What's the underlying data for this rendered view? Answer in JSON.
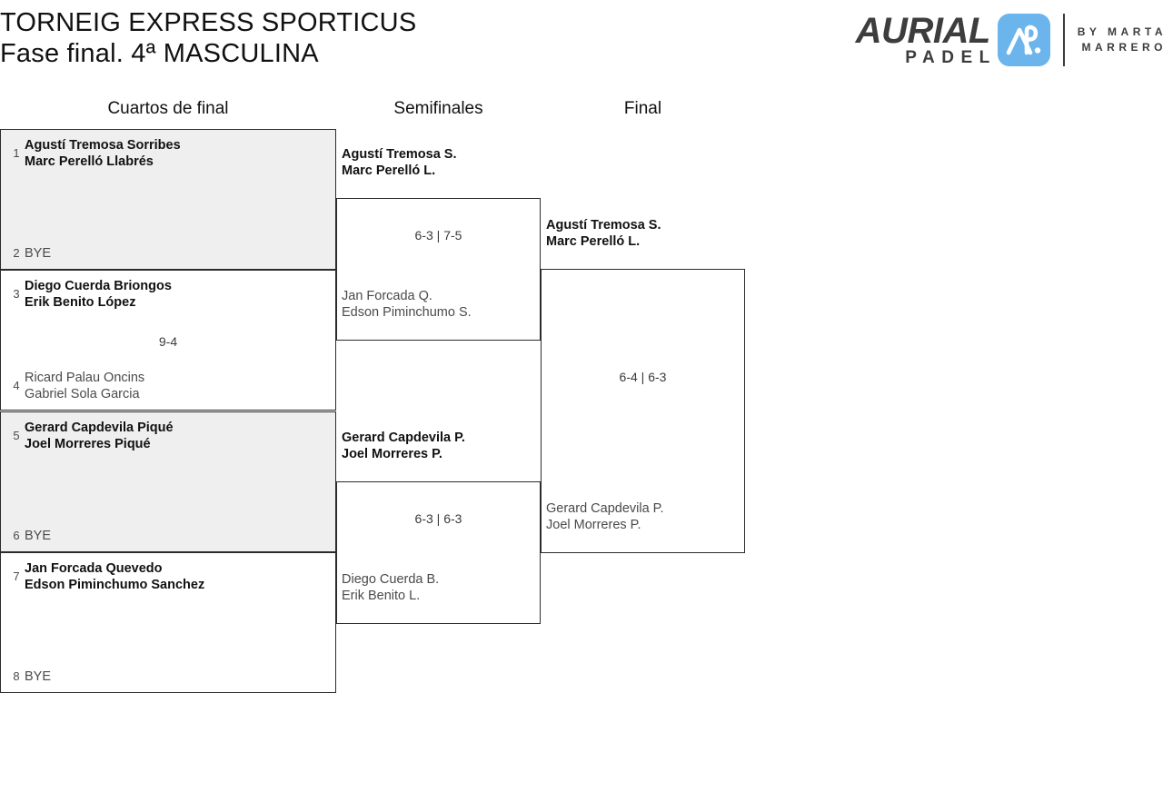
{
  "header": {
    "title_line1": "TORNEIG EXPRESS SPORTICUS",
    "title_line2": "Fase final. 4ª MASCULINA",
    "logo": {
      "wordmark": "AURIAL",
      "subword": "PADEL",
      "mark_alt": "ap-monogram-icon",
      "by_line1": "BY MARTA",
      "by_line2": "MARRERO",
      "brand_blue": "#6bb4ec",
      "brand_dark": "#3d3d3d"
    }
  },
  "bracket": {
    "columns": [
      {
        "label": "Cuartos de final"
      },
      {
        "label": "Semifinales"
      },
      {
        "label": "Final"
      }
    ],
    "quarterfinals": [
      {
        "score": "",
        "top": {
          "seed": "1",
          "line1": "Agustí Tremosa Sorribes",
          "line2": "Marc Perelló Llabrés",
          "result": "winner"
        },
        "bottom": {
          "seed": "2",
          "line1": "BYE",
          "line2": "",
          "result": "bye"
        }
      },
      {
        "score": "9-4",
        "top": {
          "seed": "3",
          "line1": "Diego Cuerda Briongos",
          "line2": "Erik Benito López",
          "result": "winner"
        },
        "bottom": {
          "seed": "4",
          "line1": "Ricard Palau Oncins",
          "line2": "Gabriel Sola Garcia",
          "result": "loser"
        }
      },
      {
        "score": "",
        "top": {
          "seed": "5",
          "line1": "Gerard Capdevila Piqué",
          "line2": "Joel Morreres Piqué",
          "result": "winner"
        },
        "bottom": {
          "seed": "6",
          "line1": "BYE",
          "line2": "",
          "result": "bye"
        }
      },
      {
        "score": "",
        "top": {
          "seed": "7",
          "line1": "Jan Forcada Quevedo",
          "line2": "Edson Piminchumo Sanchez",
          "result": "winner"
        },
        "bottom": {
          "seed": "8",
          "line1": "BYE",
          "line2": "",
          "result": "bye"
        }
      }
    ],
    "semifinals": [
      {
        "score": "6-3 | 7-5",
        "top": {
          "line1": "Agustí Tremosa S.",
          "line2": "Marc Perelló L.",
          "result": "winner"
        },
        "bottom": {
          "line1": "Jan Forcada Q.",
          "line2": "Edson Piminchumo S.",
          "result": "loser"
        }
      },
      {
        "score": "6-3 | 6-3",
        "top": {
          "line1": "Gerard Capdevila P.",
          "line2": "Joel Morreres P.",
          "result": "winner"
        },
        "bottom": {
          "line1": "Diego Cuerda B.",
          "line2": "Erik Benito L.",
          "result": "loser"
        }
      }
    ],
    "final": {
      "score": "6-4 | 6-3",
      "top": {
        "line1": "Agustí Tremosa S.",
        "line2": "Marc Perelló L.",
        "result": "winner"
      },
      "bottom": {
        "line1": "Gerard Capdevila P.",
        "line2": "Joel Morreres P.",
        "result": "loser"
      }
    }
  }
}
